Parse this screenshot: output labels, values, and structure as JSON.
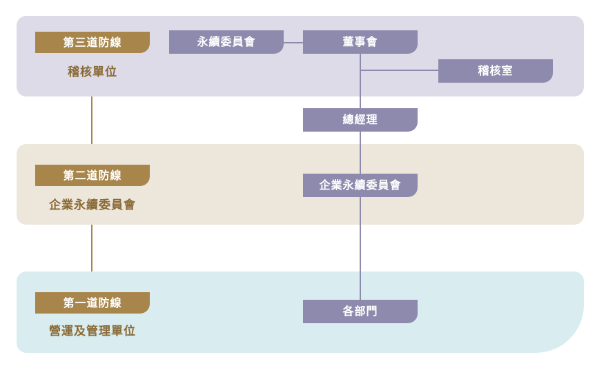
{
  "lines": {
    "third": {
      "tag": "第三道防線",
      "sub": "稽核單位"
    },
    "second": {
      "tag": "第二道防線",
      "sub": "企業永續委員會"
    },
    "first": {
      "tag": "第一道防線",
      "sub": "營運及管理單位"
    }
  },
  "nodes": {
    "sustainability_committee": "永續委員會",
    "board": "董事會",
    "audit_office": "稽核室",
    "general_manager": "總經理",
    "corporate_sustainability_committee": "企業永續委員會",
    "departments": "各部門"
  },
  "colors": {
    "node_fill": "#8e8aad",
    "tag_fill": "#a8854a",
    "sub_text": "#8a6a35",
    "band_top": "#dedbe8",
    "band_mid": "#ece6db",
    "band_bot": "#d9ecf0",
    "connector_purple": "#8e8aad",
    "connector_gold": "#a8854a"
  }
}
